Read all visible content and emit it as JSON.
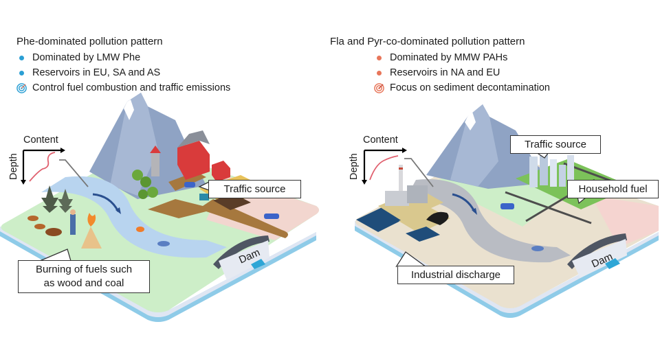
{
  "colors": {
    "left_bullet": "#2b9fd4",
    "right_bullet": "#e8765a",
    "profile_curve": "#e0606e",
    "mountain": "#8fa3c4",
    "grass": "#cdeec8",
    "river_left": "#b8d4ef",
    "river_right": "#b9bcc3",
    "ground_right": "#eae1cf",
    "base_edge": "#8ecbe8"
  },
  "left_panel": {
    "title": "Phe-dominated pollution pattern",
    "items": [
      {
        "icon": "bullet-dot",
        "text": "Dominated by LMW Phe"
      },
      {
        "icon": "bullet-dot",
        "text": "Reservoirs in EU, SA and AS"
      },
      {
        "icon": "target-icon",
        "text": "Control fuel combustion and traffic emissions"
      }
    ],
    "profile": {
      "x_label": "Content",
      "y_label": "Depth",
      "curve": "wavy"
    },
    "callouts": {
      "traffic": "Traffic source",
      "burning": "Burning of fuels such as wood and coal",
      "burning_line1": "Burning of fuels such",
      "burning_line2": "as wood and coal"
    },
    "dam_label": "Dam"
  },
  "right_panel": {
    "title": "Fla and Pyr-co-dominated pollution pattern",
    "items": [
      {
        "icon": "bullet-dot",
        "text": "Dominated by MMW PAHs"
      },
      {
        "icon": "bullet-dot",
        "text": "Reservoirs in NA and EU"
      },
      {
        "icon": "target-icon",
        "text": "Focus on sediment decontamination"
      }
    ],
    "profile": {
      "x_label": "Content",
      "y_label": "Depth",
      "curve": "convex"
    },
    "callouts": {
      "traffic": "Traffic source",
      "household": "Household fuel",
      "industrial": "Industrial discharge"
    },
    "dam_label": "Dam"
  }
}
